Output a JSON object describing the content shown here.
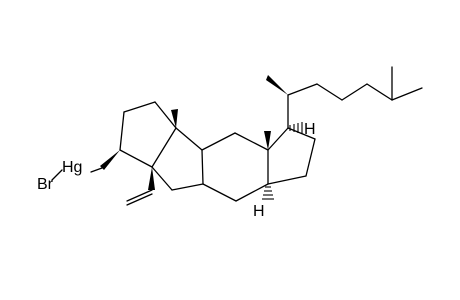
{
  "molecule": {
    "atom_labels": {
      "hg": "Hg",
      "br": "Br",
      "h_top": "H",
      "h_bottom": "H"
    },
    "colors": {
      "bond": "#000000",
      "background": "#ffffff"
    }
  }
}
